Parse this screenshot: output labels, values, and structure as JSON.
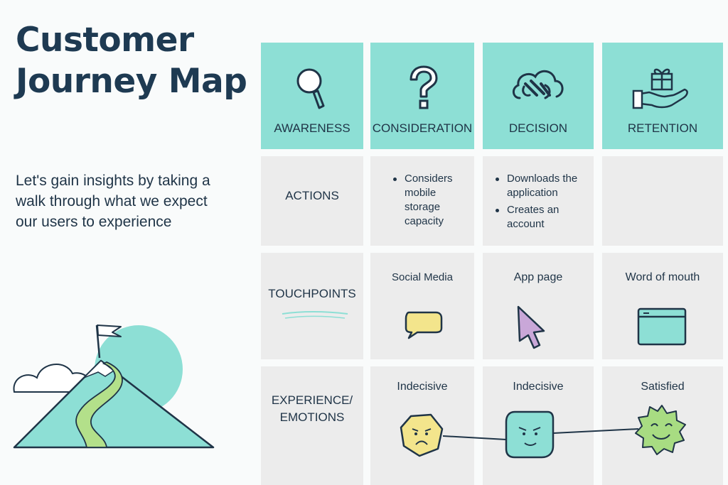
{
  "title": "Customer Journey Map",
  "subtitle": "Let's gain insights by taking a walk through what we expect our users to experience",
  "stages": [
    {
      "label": "AWARENESS",
      "icon": "magnifier-icon"
    },
    {
      "label": "CONSIDERATION",
      "icon": "question-mark-icon"
    },
    {
      "label": "DECISION",
      "icon": "handshake-cloud-icon"
    },
    {
      "label": "RETENTION",
      "icon": "gift-hand-icon"
    }
  ],
  "rows": {
    "actions": {
      "label": "ACTIONS"
    },
    "touchpoints": {
      "label": "TOUCHPOINTS"
    },
    "experience": {
      "label_line1": "EXPERIENCE/",
      "label_line2": "EMOTIONS"
    }
  },
  "actions": {
    "consideration": [
      "Considers mobile storage capacity"
    ],
    "decision": [
      "Downloads the application",
      "Creates an account"
    ]
  },
  "touchpoints": {
    "consideration": {
      "label": "Social Media",
      "icon": "speech-bubble-icon"
    },
    "decision": {
      "label": "App page",
      "icon": "cursor-icon"
    },
    "retention": {
      "label": "Word of mouth",
      "icon": "browser-window-icon"
    }
  },
  "emotions": {
    "consideration": {
      "label": "Indecisive",
      "icon": "worried-face-icon"
    },
    "decision": {
      "label": "Indecisive",
      "icon": "skeptical-face-icon"
    },
    "retention": {
      "label": "Satisfied",
      "icon": "happy-face-icon"
    }
  },
  "colors": {
    "teal": "#8ddfd5",
    "grey": "#ececec",
    "navy": "#1e3a52",
    "yellow": "#f3e58c",
    "green": "#a8dc82",
    "purple": "#c9a7d8"
  }
}
